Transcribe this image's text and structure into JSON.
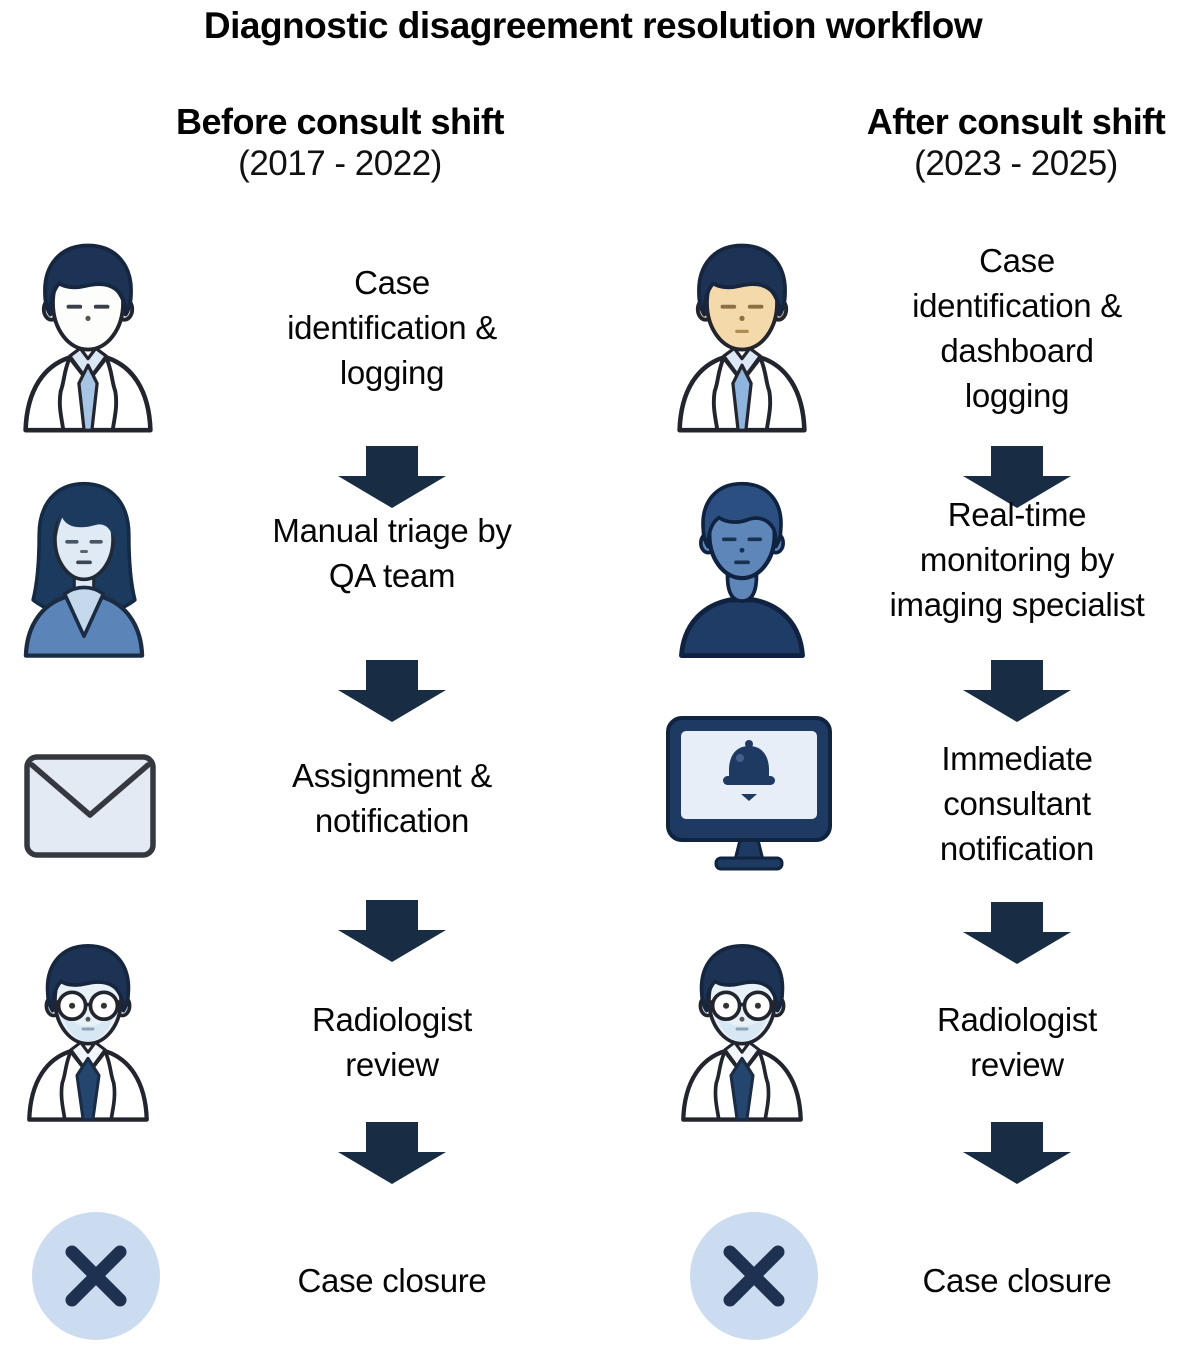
{
  "title": "Diagnostic disagreement resolution workflow",
  "palette": {
    "arrow_navy": "#182c44",
    "hair_navy": "#1d3356",
    "steel_blue": "#5b85b8",
    "person_blue_face": "#5e86b8",
    "person_blue_body": "#1e3c66",
    "pale_blue_fill": "#e3eaf4",
    "closure_circle_blue": "#ccdcf0",
    "tie_light_blue": "#a6c4e4",
    "tie_navy": "#24466e",
    "skin_tan": "#f4d9ab",
    "monitor_navy": "#1e3a63",
    "text_black": "#060606"
  },
  "columns": [
    {
      "header": "Before consult shift",
      "period": "(2017 - 2022)",
      "steps": [
        {
          "label": "Case\nidentification &\nlogging",
          "icon": "doctor-icon"
        },
        {
          "label": "Manual triage by\nQA team",
          "icon": "qa-team-member-icon"
        },
        {
          "label": "Assignment &\nnotification",
          "icon": "envelope-icon"
        },
        {
          "label": "Radiologist\nreview",
          "icon": "radiologist-icon"
        },
        {
          "label": "Case closure",
          "icon": "case-closure-x-icon"
        }
      ]
    },
    {
      "header": "After consult shift",
      "period": "(2023 - 2025)",
      "steps": [
        {
          "label": "Case\nidentification &\ndashboard\nlogging",
          "icon": "doctor-icon"
        },
        {
          "label": "Real-time\nmonitoring by\nimaging specialist",
          "icon": "imaging-specialist-icon"
        },
        {
          "label": "Immediate\nconsultant\nnotification",
          "icon": "monitor-alert-icon"
        },
        {
          "label": "Radiologist\nreview",
          "icon": "radiologist-icon"
        },
        {
          "label": "Case closure",
          "icon": "case-closure-x-icon"
        }
      ]
    }
  ]
}
